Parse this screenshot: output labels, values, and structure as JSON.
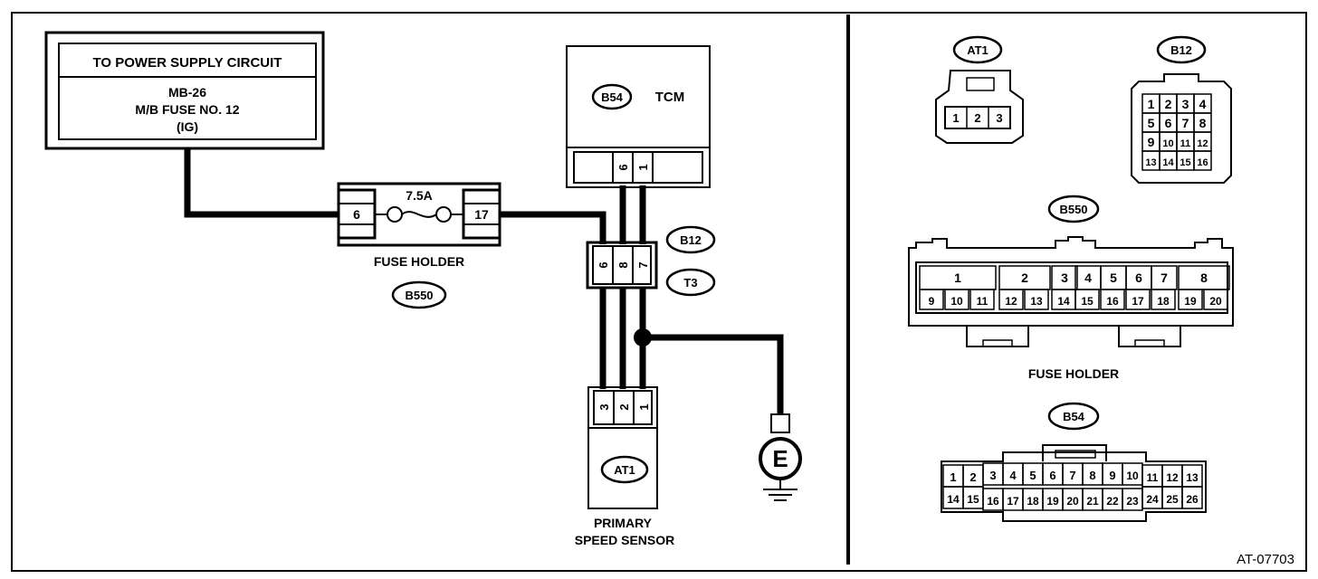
{
  "figure_id": "AT-07703",
  "power_supply": {
    "title": "TO POWER SUPPLY CIRCUIT",
    "line1": "MB-26",
    "line2": "M/B FUSE NO. 12",
    "line3": "(IG)"
  },
  "fuse_holder": {
    "label": "FUSE HOLDER",
    "connector": "B550",
    "rating": "7.5A",
    "pin_left": "6",
    "pin_right": "17"
  },
  "tcm": {
    "connector": "B54",
    "label": "TCM",
    "pins": [
      "6",
      "1"
    ]
  },
  "junction": {
    "connector_top": "B12",
    "connector_bottom": "T3",
    "pins": [
      "6",
      "8",
      "7"
    ]
  },
  "sensor": {
    "connector": "AT1",
    "label_line1": "PRIMARY",
    "label_line2": "SPEED SENSOR",
    "pins": [
      "3",
      "2",
      "1"
    ]
  },
  "ground": {
    "label": "E"
  },
  "connector_views": {
    "at1": {
      "name": "AT1",
      "pins": [
        "1",
        "2",
        "3"
      ]
    },
    "b12": {
      "name": "B12",
      "rows": [
        [
          "1",
          "2",
          "3",
          "4"
        ],
        [
          "5",
          "6",
          "7",
          "8"
        ],
        [
          "9",
          "10",
          "11",
          "12"
        ],
        [
          "13",
          "14",
          "15",
          "16"
        ]
      ]
    },
    "b550": {
      "name": "B550",
      "label": "FUSE HOLDER",
      "top_pins": [
        "1",
        "2",
        "3",
        "4",
        "5",
        "6",
        "7",
        "8"
      ],
      "bottom_pins": [
        "9",
        "10",
        "11",
        "12",
        "13",
        "14",
        "15",
        "16",
        "17",
        "18",
        "19",
        "20"
      ]
    },
    "b54": {
      "name": "B54",
      "top_pins": [
        "1",
        "2",
        "3",
        "4",
        "5",
        "6",
        "7",
        "8",
        "9",
        "10",
        "11",
        "12",
        "13"
      ],
      "bottom_pins": [
        "14",
        "15",
        "16",
        "17",
        "18",
        "19",
        "20",
        "21",
        "22",
        "23",
        "24",
        "25",
        "26"
      ]
    }
  }
}
